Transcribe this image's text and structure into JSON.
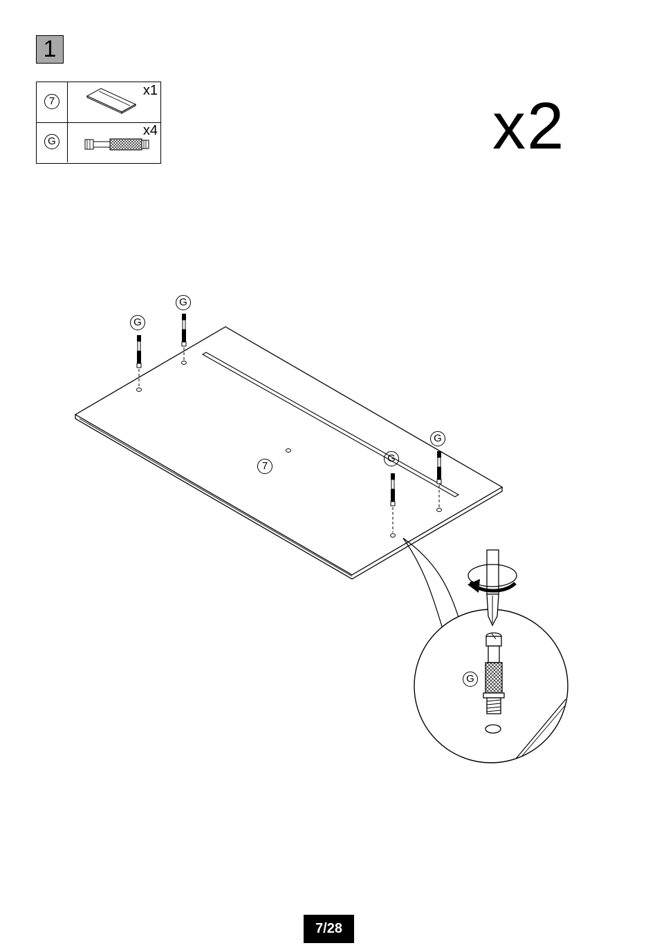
{
  "step": {
    "number": "1"
  },
  "parts_list": [
    {
      "id": "7",
      "quantity": "x1",
      "icon": "panel-icon"
    },
    {
      "id": "G",
      "quantity": "x4",
      "icon": "cam-dowel-icon"
    }
  ],
  "multiplier": "x2",
  "diagram": {
    "panel_label": "7",
    "dowel_label": "G",
    "detail_label": "G"
  },
  "footer": {
    "page": "7/28"
  }
}
